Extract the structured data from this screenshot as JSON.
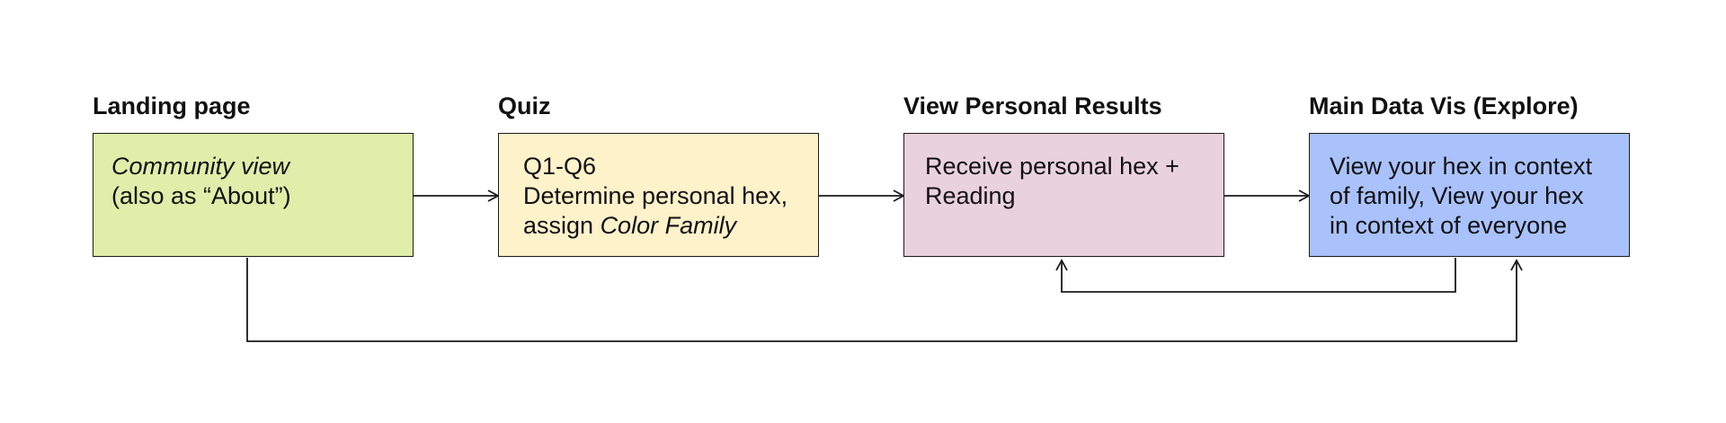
{
  "colors": {
    "landing": "#dfefaa",
    "quiz": "#fef2cb",
    "results": "#ead2dc",
    "explore": "#a9c2fc",
    "stroke": "#1a1a1a"
  },
  "stages": {
    "landing": {
      "title": "Landing page",
      "line1": "Community view",
      "line2": "(also as “About”)"
    },
    "quiz": {
      "title": "Quiz",
      "line1": "Q1-Q6",
      "line2": "Determine personal hex,",
      "line3_prefix": "assign ",
      "line3_emph": "Color Family"
    },
    "results": {
      "title": "View Personal Results",
      "line1": "Receive personal hex +",
      "line2": "Reading"
    },
    "explore": {
      "title": "Main Data Vis (Explore)",
      "line1": "View your hex in context",
      "line2": "of family, View your hex",
      "line3": "in context of everyone"
    }
  }
}
